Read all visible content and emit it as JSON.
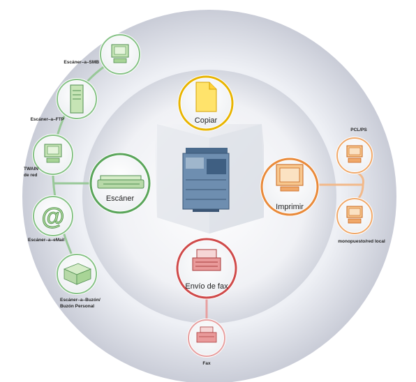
{
  "center": {
    "icon": "multifunction-copier-icon"
  },
  "functions": {
    "copy": {
      "label": "Copiar",
      "icon": "document-icon",
      "color": "#e8b400"
    },
    "scan": {
      "label": "Escáner",
      "icon": "flatbed-scanner-icon",
      "color": "#5aa55a"
    },
    "print": {
      "label": "Imprimir",
      "icon": "computer-monitor-icon",
      "color": "#e98a3a"
    },
    "fax": {
      "label": "Envío de fax",
      "icon": "fax-machine-icon",
      "color": "#cf4a4a"
    }
  },
  "scan_targets": [
    {
      "label": "Escáner–a–SMB",
      "icon": "computer-icon"
    },
    {
      "label": "Escáner–a–FTP",
      "icon": "server-tower-icon"
    },
    {
      "label_lines": [
        "TWAIN",
        "de red"
      ],
      "icon": "computer-icon"
    },
    {
      "label": "Escáner–a–eMail",
      "icon": "at-sign-icon"
    },
    {
      "label_lines": [
        "Escáner–a–Buzón/",
        "Buzón Personal"
      ],
      "icon": "mailbox-drive-icon"
    }
  ],
  "print_targets": [
    {
      "label": "PCL/PS",
      "icon": "computer-icon"
    },
    {
      "label": "monopuesto/red local",
      "icon": "computer-icon"
    }
  ],
  "fax_targets": [
    {
      "label": "Fax",
      "icon": "fax-machine-icon"
    }
  ]
}
